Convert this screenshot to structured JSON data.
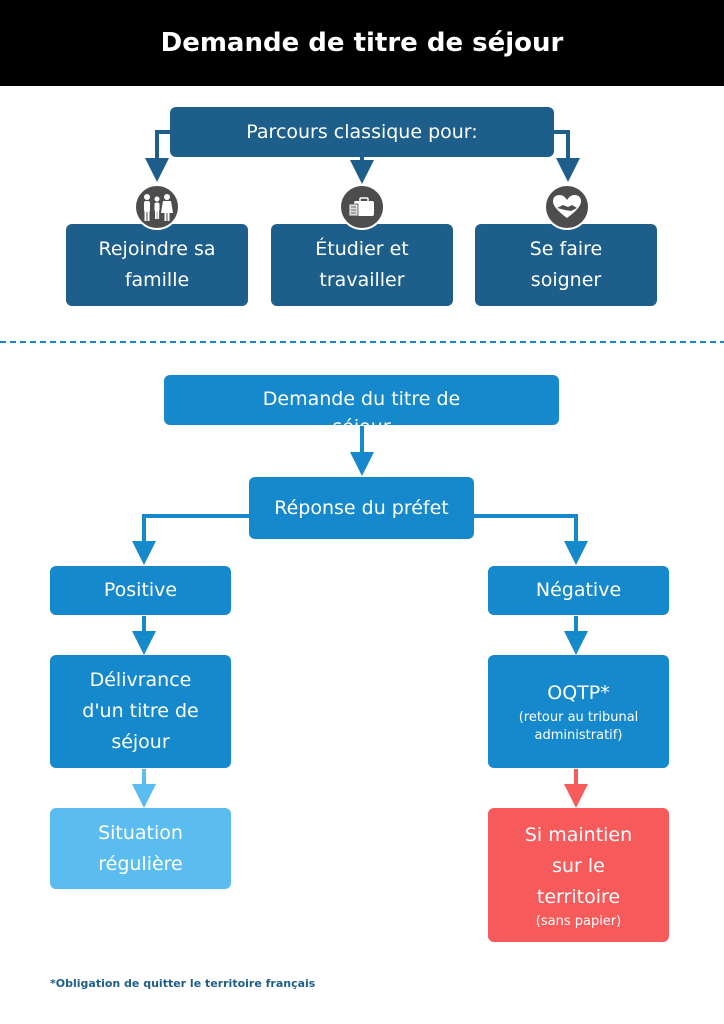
{
  "title": "Demande de titre de séjour",
  "top": {
    "header": "Parcours classique pour:",
    "options": [
      {
        "line1": "Rejoindre sa",
        "line2": "famille",
        "icon": "family-icon"
      },
      {
        "line1": "Étudier et",
        "line2": "travailler",
        "icon": "briefcase-icon"
      },
      {
        "line1": "Se faire",
        "line2": "soigner",
        "icon": "heart-hands-icon"
      }
    ]
  },
  "flow": {
    "request": "Demande du titre de séjour",
    "response": "Réponse du préfet",
    "positive": "Positive",
    "negative": "Négative",
    "delivery_l1": "Délivrance",
    "delivery_l2": "d'un titre de",
    "delivery_l3": "séjour",
    "oqtp_title": "OQTP*",
    "oqtp_sub1": "(retour au tribunal",
    "oqtp_sub2": "administratif)",
    "regular_l1": "Situation",
    "regular_l2": "régulière",
    "maintain_l1": "Si maintien",
    "maintain_l2": "sur le",
    "maintain_l3": "territoire",
    "maintain_sub": "(sans papier)"
  },
  "footnote": "*Obligation de quitter le territoire français",
  "colors": {
    "dark": "#1d5f8a",
    "mid": "#1688cc",
    "light": "#5bbcf0",
    "red": "#f65a5a",
    "arrow_dark": "#1d5f8a",
    "arrow_mid": "#1688cc"
  }
}
